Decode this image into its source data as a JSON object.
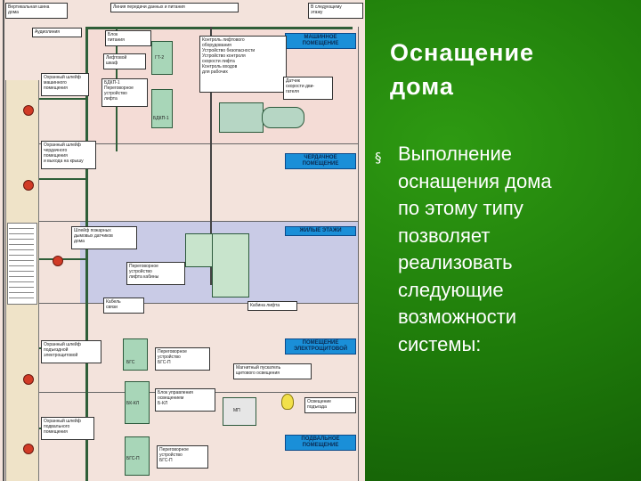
{
  "slide": {
    "title_line1": "Оснащение",
    "title_line2": "дома",
    "bullet_symbol": "§",
    "body_lines": [
      "Выполнение",
      "оснащения дома",
      "по этому типу",
      "позволяет",
      "реализовать",
      "следующие",
      "возможности",
      "системы:"
    ]
  },
  "diagram": {
    "top_labels": {
      "left": "Вертикальная шина\nдома",
      "center": "Линия передачи данных и питания",
      "right": "В следующему\nэтажу",
      "speaker": "Аудиолиния"
    },
    "zones": {
      "machine_room": "МАШИННОЕ ПОМЕЩЕНИЕ",
      "attic": "ЧЕРДАЧНОЕ ПОМЕЩЕНИЕ",
      "living_floors": "ЖИЛЫЕ ЭТАЖИ",
      "first_floor": "ПОМЕЩЕНИЕ ЭЛЕКТРОЩИТОВОЙ",
      "basement": "ПОДВАЛЬНОЕ ПОМЕЩЕНИЕ"
    },
    "labels": {
      "power_block": "Блок\nпитания",
      "lift_cabinet": "Лифтовой\nшкаф",
      "gt2": "ГТ-2",
      "bkip": "БДКП-1\nПереговорное\nустройство\nлифта",
      "bdkp": "БДКП-1",
      "checklist": "Контроль лифтового\nоборудования\nУстройство безопасности\nУстройство контроля\nскорости лифта\nКонтроль входов\nдля рабочих",
      "sensor": "Датчик\nскорости дви-\nгателя",
      "guard_loop1": "Охранный шлейф\nмашинного\nпомещения",
      "guard_loop2": "Охранный шлейф\nчердачного\nпомещения\nи выхода на крышу",
      "smoke": "Шлейф пожарных\nдымовых датчиков\nдома",
      "intercom_cabin": "Переговорное\nустройство\nлифта кабины",
      "cabin": "Кабина лифта",
      "cable": "Кабель\nсвязи",
      "guard_loop3": "Охранный шлейф\nподъездной\nэлектрощитовой",
      "bgs_label": "Переговорное\nустройство\nБГС-П",
      "bgs": "БГС",
      "bkl": "Блок управления\nосвещением\nБ-КЛ",
      "bk": "БК-КЛ",
      "magnet": "Магнитный пускатель\nщитового освещения",
      "mp": "МП",
      "light": "Освещение\nподъезда",
      "guard_loop4": "Охранный шлейф\nподвального\nпомещения",
      "bgs2": "БГС-П",
      "bgs2_label": "Переговорное\nустройство\nБГС-П"
    }
  }
}
